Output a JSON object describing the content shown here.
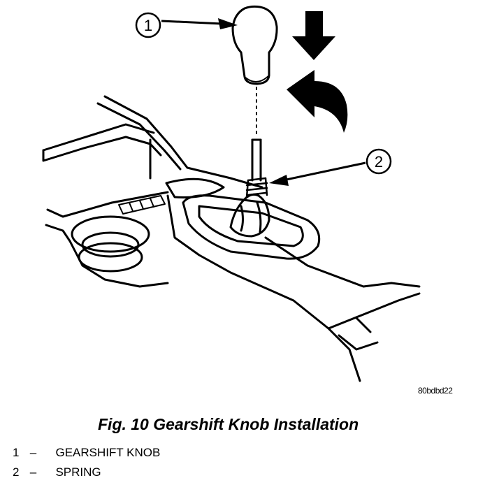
{
  "callouts": [
    {
      "number": "1"
    },
    {
      "number": "2"
    }
  ],
  "figure_id": "80bdbd22",
  "caption": "Fig. 10 Gearshift Knob Installation",
  "legend": [
    {
      "number": "1",
      "dash": "–",
      "label": "GEARSHIFT KNOB"
    },
    {
      "number": "2",
      "dash": "–",
      "label": "SPRING"
    }
  ]
}
